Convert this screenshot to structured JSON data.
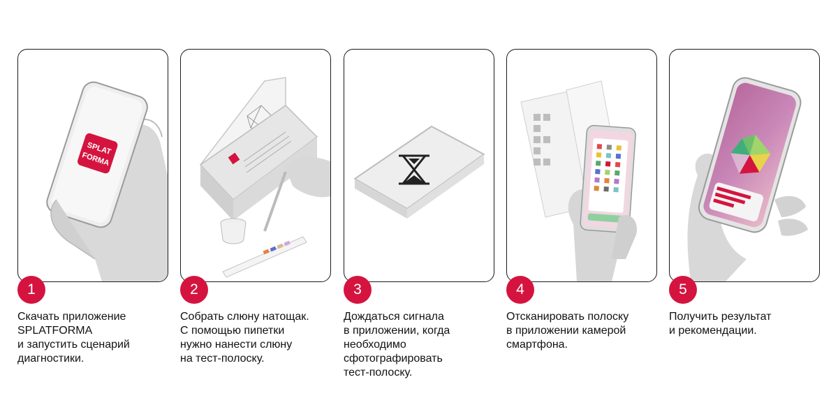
{
  "brand": {
    "logo_line1": "SPLAT",
    "logo_line2": "FORMA",
    "accent": "#d4143f"
  },
  "steps": [
    {
      "number": "1",
      "caption": [
        "Скачать приложение",
        "SPLATFORMA",
        "и запустить сценарий",
        "диагностики."
      ],
      "illustration": "phone-in-hand-icon"
    },
    {
      "number": "2",
      "caption": [
        "Собрать слюну натощак.",
        "С помощью пипетки",
        "нужно нанести слюну",
        "на тест-полоску."
      ],
      "illustration": "test-kit-box-icon"
    },
    {
      "number": "3",
      "caption": [
        "Дождаться сигнала",
        "в приложении, когда",
        "необходимо",
        "сфотографировать",
        "тест-полоску."
      ],
      "illustration": "hourglass-icon"
    },
    {
      "number": "4",
      "caption": [
        "Отсканировать полоску",
        "в приложении камерой",
        "смартфона."
      ],
      "illustration": "scan-strip-icon"
    },
    {
      "number": "5",
      "caption": [
        "Получить результат",
        "и рекомендации."
      ],
      "illustration": "results-phone-icon"
    }
  ]
}
